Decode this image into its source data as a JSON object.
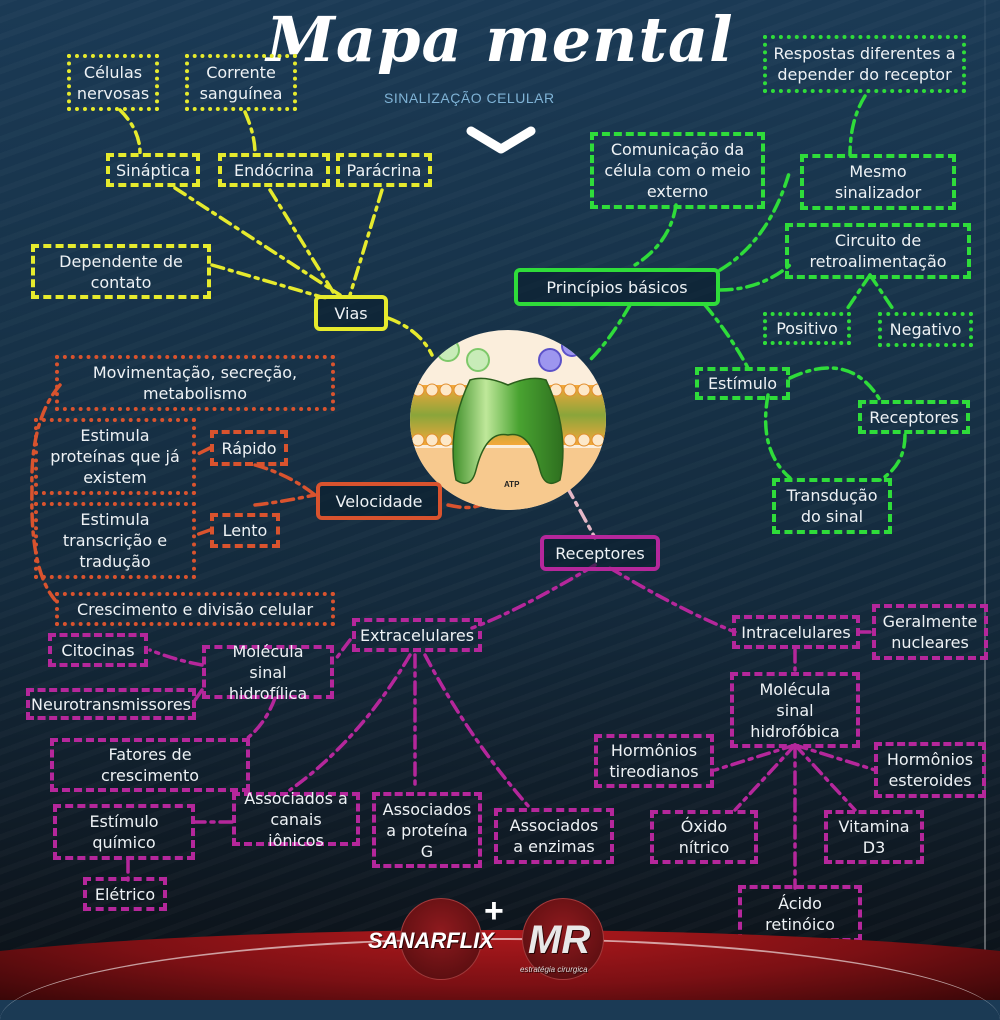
{
  "header": {
    "title": "Mapa mental",
    "subtitle": "SINALIZAÇÃO CELULAR",
    "scroll_icon": "chevron-down-icon"
  },
  "colors": {
    "vias": "#e6ea2d",
    "principios": "#2fdc3a",
    "velocidade": "#d9532e",
    "receptores": "#b5279b"
  },
  "center": {
    "image_label": "ATP",
    "image_icon": "membrane-channel-protein-icon"
  },
  "vias": {
    "root": "Vias",
    "sinaptica": "Sináptica",
    "endocrina": "Endócrina",
    "paracrina": "Parácrina",
    "contato": "Dependente de contato",
    "celulas_nervosas": "Células nervosas",
    "corrente": "Corrente sanguínea"
  },
  "principios": {
    "root": "Princípios básicos",
    "comunicacao": "Comunicação da célula com o meio externo",
    "mesmo": "Mesmo sinalizador",
    "respostas": "Respostas diferentes a depender do receptor",
    "circuito": "Circuito de retroalimentação",
    "positivo": "Positivo",
    "negativo": "Negativo",
    "estimulo": "Estímulo",
    "receptores": "Receptores",
    "transducao": "Transdução do sinal"
  },
  "velocidade": {
    "root": "Velocidade",
    "rapido": "Rápido",
    "lento": "Lento",
    "movimentacao": "Movimentação, secreção, metabolismo",
    "estimula_proteinas": "Estimula proteínas que já existem",
    "estimula_transcricao": "Estimula transcrição e tradução",
    "crescimento": "Crescimento e divisão celular"
  },
  "receptores": {
    "root": "Receptores",
    "extracelulares": "Extracelulares",
    "intracelulares": "Intracelulares",
    "geralmente": "Geralmente nucleares",
    "hidrofilica": "Molécula sinal hidrofílica",
    "citocinas": "Citocinas",
    "neurotransmissores": "Neurotransmissores",
    "fatores": "Fatores de crescimento",
    "canais": "Associados a canais iônicos",
    "proteina_g": "Associados a proteína G",
    "enzimas": "Associados a enzimas",
    "estimulo_quimico": "Estímulo químico",
    "eletrico": "Elétrico",
    "hidrofobica": "Molécula sinal hidrofóbica",
    "tireodianos": "Hormônios tireodianos",
    "esteroides": "Hormônios esteroides",
    "oxido": "Óxido nítrico",
    "vitamina": "Vitamina D3",
    "acido": "Ácido retinóico"
  },
  "footer": {
    "brand_1": "SANARFLIX",
    "plus": "+",
    "brand_2": "MR",
    "brand_2_sub": "estratégia cirurgica"
  }
}
